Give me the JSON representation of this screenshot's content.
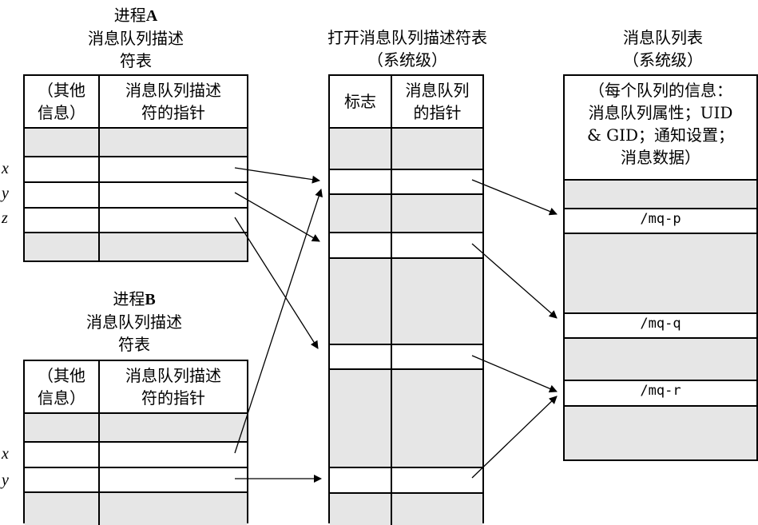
{
  "proc_a": {
    "title_l1": "进程",
    "title_letter": "A",
    "title_l2": "消息队列描述",
    "title_l3": "符表"
  },
  "proc_b": {
    "title_l1": "进程",
    "title_letter": "B",
    "title_l2": "消息队列描述",
    "title_l3": "符表"
  },
  "fd_table": {
    "col1_l1": "（其他",
    "col1_l2": "信息）",
    "col2_l1": "消息队列描述",
    "col2_l2": "符的指针"
  },
  "open_table": {
    "title_l1": "打开消息队列描述符表",
    "title_l2": "（系统级）",
    "col1": "标志",
    "col2_l1": "消息队列",
    "col2_l2": "的指针"
  },
  "mq_table": {
    "title_l1": "消息队列表",
    "title_l2": "（系统级）",
    "hdr_l1": "（每个队列的信息：",
    "hdr_l2": "消息队列属性；UID",
    "hdr_l3": "& GID；通知设置；",
    "hdr_l4": "消息数据）",
    "entries": [
      "/mq-p",
      "/mq-q",
      "/mq-r"
    ]
  },
  "row_labels": {
    "a": [
      "x",
      "y",
      "z"
    ],
    "b": [
      "x",
      "y"
    ]
  }
}
